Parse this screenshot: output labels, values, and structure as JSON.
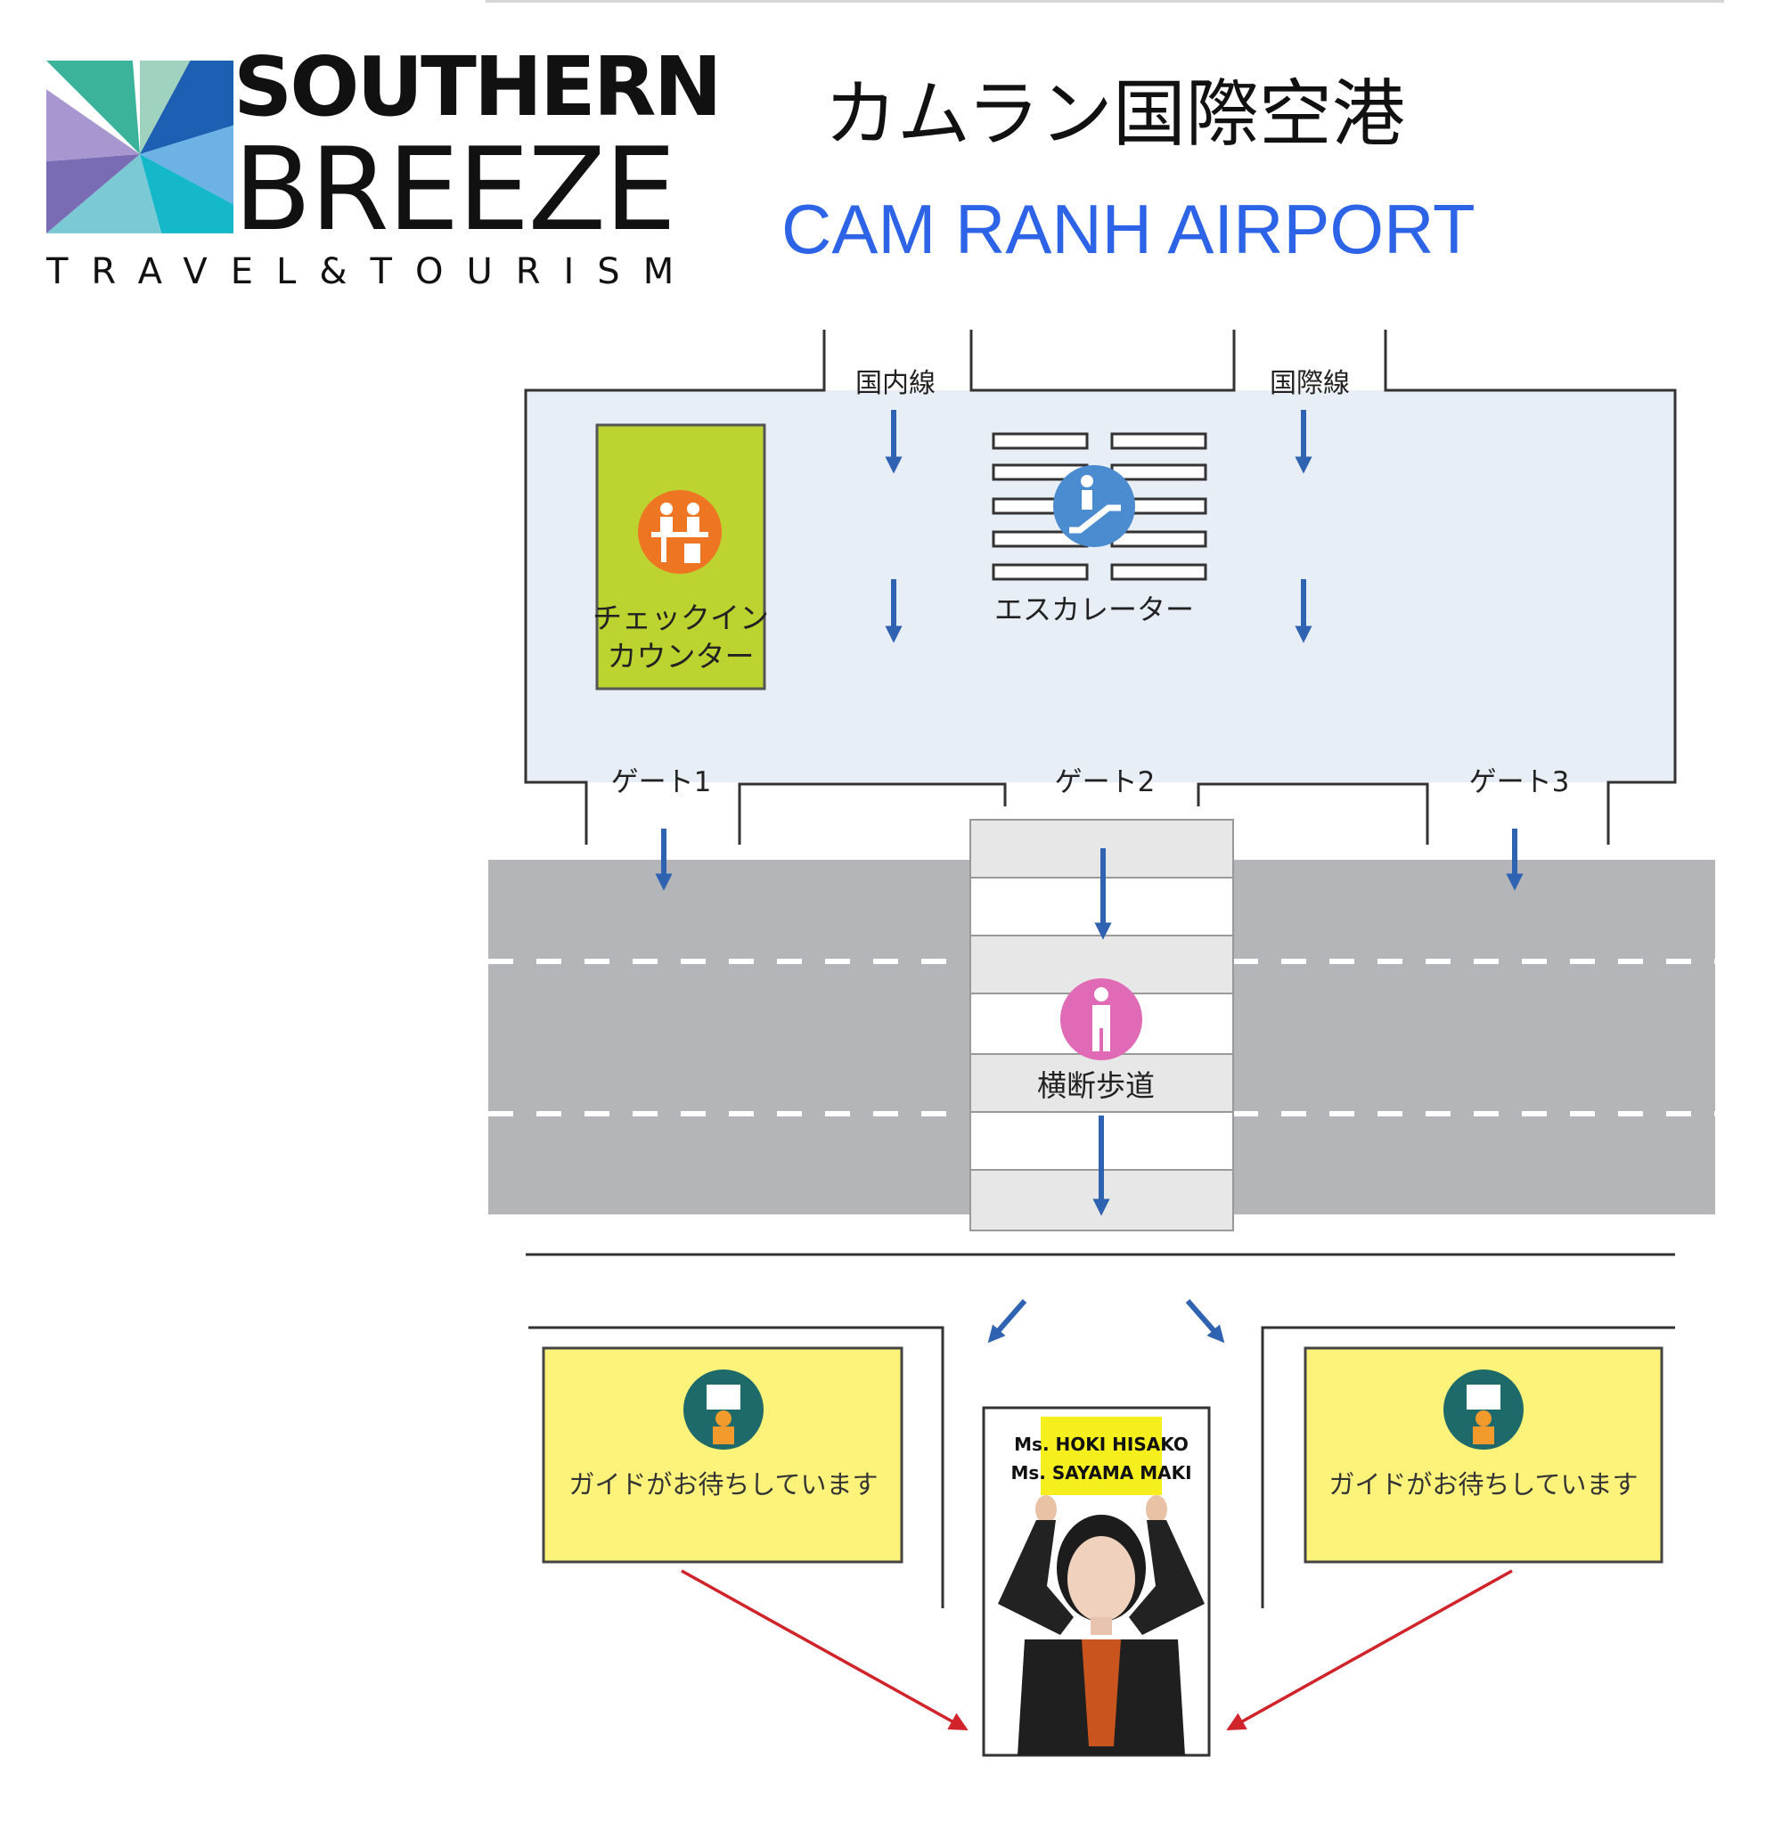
{
  "brand": {
    "line1": "SOUTHERN",
    "line2": "BREEZE",
    "line3": "TRAVEL&TOURISM"
  },
  "title": {
    "japanese": "カムラン国際空港",
    "english": "CAM RANH AIRPORT"
  },
  "map": {
    "domestic": "国内線",
    "international": "国際線",
    "escalator": "エスカレーター",
    "checkin_line1": "チェックイン",
    "checkin_line2": "カウンター",
    "gate1": "ゲート1",
    "gate2": "ゲート2",
    "gate3": "ゲート3",
    "crosswalk": "横断歩道",
    "guide_waiting_left": "ガイドがお待ちしています",
    "guide_waiting_right": "ガイドがお待ちしています",
    "sign_line1": "Ms. HOKI HISAKO",
    "sign_line2": "Ms. SAYAMA MAKI"
  },
  "colors": {
    "terminal": "#e8eef5",
    "checkin": "#bcd330",
    "orange": "#ee7623",
    "blue_icon": "#4b8bd0",
    "arrow_blue": "#2f62b0",
    "road": "#b3b5b8",
    "guide_box": "#fdf27a",
    "teal": "#1e6a6a",
    "pink": "#e06ab5",
    "red_arrow": "#d0232a",
    "title_blue": "#2d63e6"
  }
}
